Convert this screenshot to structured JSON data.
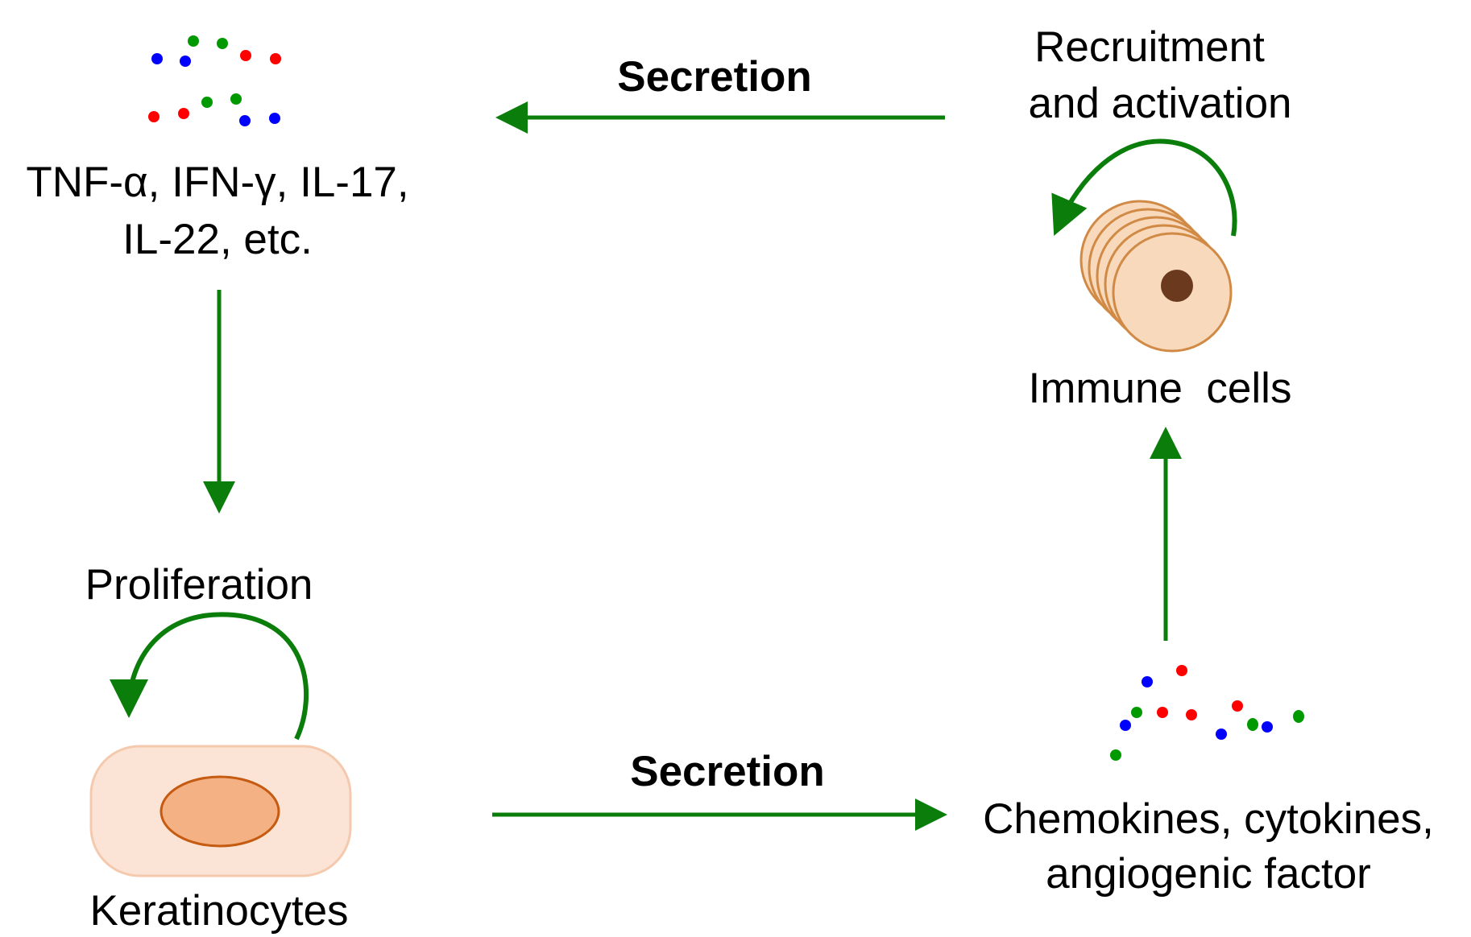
{
  "colors": {
    "arrow": "#0b7d0b",
    "dot_red": "#ff0000",
    "dot_green": "#009900",
    "dot_blue": "#0000ff",
    "keratinocyte_fill": "#fbe4d5",
    "keratinocyte_outline": "#f4c9ad",
    "keratinocyte_nucleus_fill": "#f4b183",
    "keratinocyte_nucleus_outline": "#c55a11",
    "immune_cell_fill": "#f8d9bb",
    "immune_cell_outline": "#d08a45",
    "immune_cell_nucleus": "#6b3a1e"
  },
  "cytokines_top": {
    "line1": "TNF-α, IFN-γ, IL-17,",
    "line2": "IL-22, etc."
  },
  "secretion_top": {
    "label": "Secretion"
  },
  "recruitment": {
    "line1": "Recruitment",
    "line2": "and activation"
  },
  "immune_cells": {
    "label": "Immune  cells"
  },
  "proliferation": {
    "label": "Proliferation"
  },
  "keratinocytes": {
    "label": "Keratinocytes"
  },
  "secretion_bottom": {
    "label": "Secretion"
  },
  "chemokines": {
    "line1": "Chemokines, cytokines,",
    "line2": "angiogenic factor"
  }
}
